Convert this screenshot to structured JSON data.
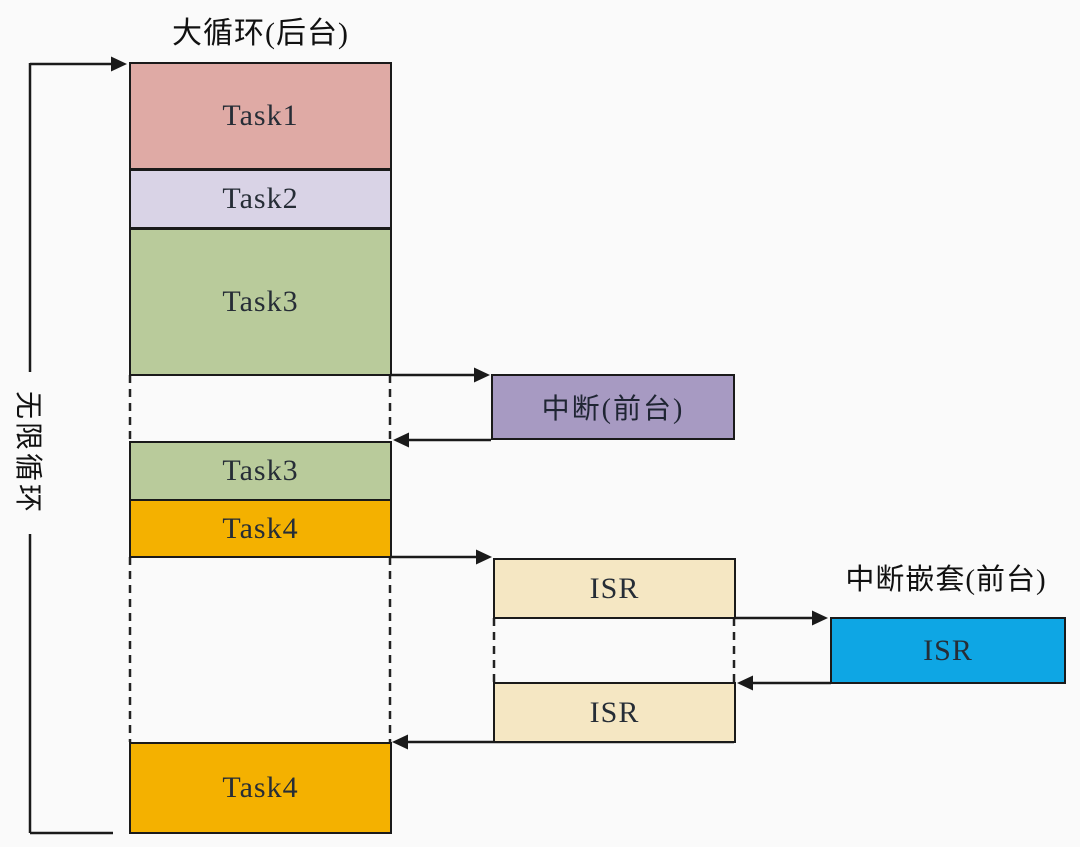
{
  "titles": {
    "background_loop": "大循环(后台)",
    "interrupt_nesting": "中断嵌套(前台)",
    "infinite_loop": "无限循环"
  },
  "blocks": {
    "task1": {
      "label": "Task1",
      "color": "#dfaaa5"
    },
    "task2": {
      "label": "Task2",
      "color": "#d9d3e6"
    },
    "task3a": {
      "label": "Task3",
      "color": "#b9cb9b"
    },
    "task3b": {
      "label": "Task3",
      "color": "#b9cb9b"
    },
    "task4a": {
      "label": "Task4",
      "color": "#f4b100"
    },
    "task4b": {
      "label": "Task4",
      "color": "#f4b100"
    },
    "interrupt": {
      "label": "中断(前台)",
      "color": "#a79ac2"
    },
    "isr1": {
      "label": "ISR",
      "color": "#f5e7c3"
    },
    "isr2": {
      "label": "ISR",
      "color": "#f5e7c3"
    },
    "isr_nested": {
      "label": "ISR",
      "color": "#0ea6e4"
    }
  },
  "colors": {
    "line": "#1a1a1a",
    "background": "#fafafa",
    "label_text": "#262d36"
  }
}
